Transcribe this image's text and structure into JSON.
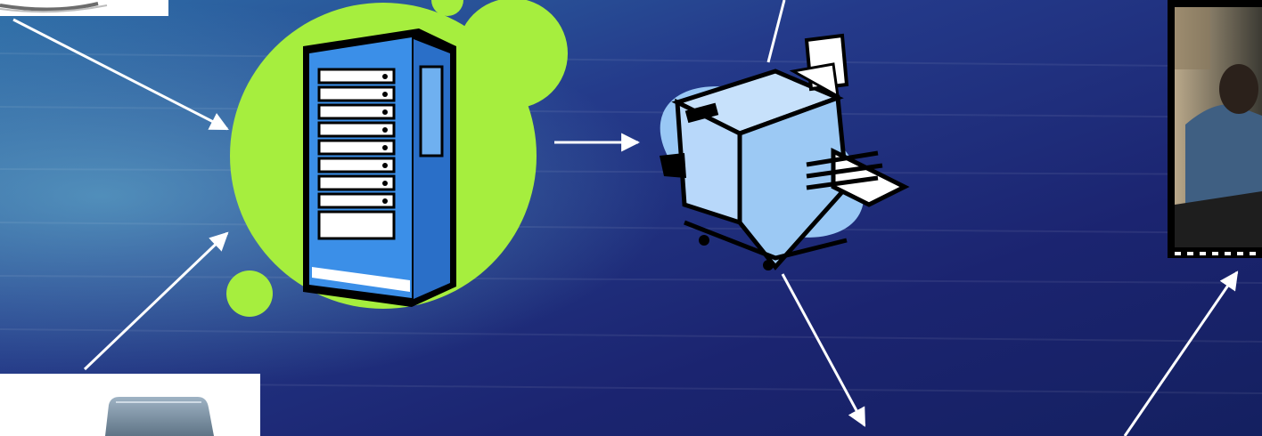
{
  "slide": {
    "background": {
      "colors": [
        "#2e6fa8",
        "#243a8a",
        "#1b2470",
        "#142060"
      ]
    },
    "nodes": [
      {
        "id": "device-top-left",
        "icon": "device-image-icon"
      },
      {
        "id": "server",
        "icon": "server-rack-icon",
        "accent": "#a6ee3e",
        "body": "#3b8fe8"
      },
      {
        "id": "printer",
        "icon": "printer-icon",
        "accent": "#99c8f5"
      },
      {
        "id": "person-photo",
        "icon": "person-at-computer-photo"
      },
      {
        "id": "laptop",
        "icon": "laptop-icon"
      }
    ],
    "connectors": [
      {
        "from": "device-top-left",
        "to": "server"
      },
      {
        "from": "laptop",
        "to": "server"
      },
      {
        "from": "server",
        "to": "printer"
      },
      {
        "from": "printer",
        "to": "off-canvas-top"
      },
      {
        "from": "printer",
        "to": "off-canvas-bottom"
      },
      {
        "from": "off-canvas-bottom",
        "to": "person-photo"
      }
    ],
    "arrow_color": "#ffffff"
  }
}
